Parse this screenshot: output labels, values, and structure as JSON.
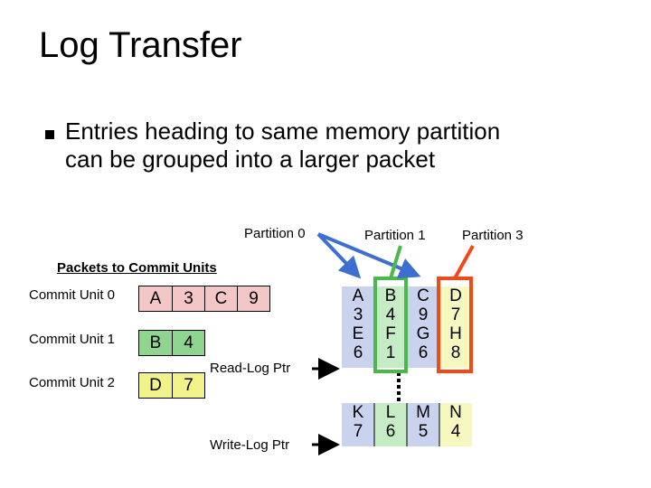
{
  "title": "Log Transfer",
  "bullet": {
    "line1": "Entries heading to same memory partition",
    "line2": "can be grouped into a larger packet"
  },
  "partitions": {
    "p0": "Partition 0",
    "p1": "Partition 1",
    "p3": "Partition 3"
  },
  "packets_heading": "Packets to Commit Units",
  "commit_units": [
    {
      "label": "Commit Unit 0",
      "cells": [
        {
          "text": "A",
          "color": "#f4c7c7"
        },
        {
          "text": "3",
          "color": "#f4c7c7"
        },
        {
          "text": "C",
          "color": "#f4c7c7"
        },
        {
          "text": "9",
          "color": "#f4c7c7"
        }
      ]
    },
    {
      "label": "Commit Unit 1",
      "cells": [
        {
          "text": "B",
          "color": "#8fd48f"
        },
        {
          "text": "4",
          "color": "#8fd48f"
        }
      ]
    },
    {
      "label": "Commit Unit 2",
      "cells": [
        {
          "text": "D",
          "color": "#f2f28a"
        },
        {
          "text": "7",
          "color": "#f2f28a"
        }
      ]
    }
  ],
  "pointers": {
    "read": "Read-Log Ptr",
    "write": "Write-Log Ptr"
  },
  "log_columns": [
    {
      "top": [
        "A",
        "3",
        "E",
        "6"
      ],
      "bottom": [
        "K",
        "7"
      ],
      "color": "#c9d3ee"
    },
    {
      "top": [
        "B",
        "4",
        "F",
        "1"
      ],
      "bottom": [
        "L",
        "6"
      ],
      "color": "#c6ecc6"
    },
    {
      "top": [
        "C",
        "9",
        "G",
        "6"
      ],
      "bottom": [
        "M",
        "5"
      ],
      "color": "#c9d3ee"
    },
    {
      "top": [
        "D",
        "7",
        "H",
        "8"
      ],
      "bottom": [
        "N",
        "4"
      ],
      "color": "#f7f7c0"
    }
  ],
  "colors": {
    "partition0": "#3d6fd1",
    "partition1": "#4ab84a",
    "partition3": "#ef4a18"
  }
}
